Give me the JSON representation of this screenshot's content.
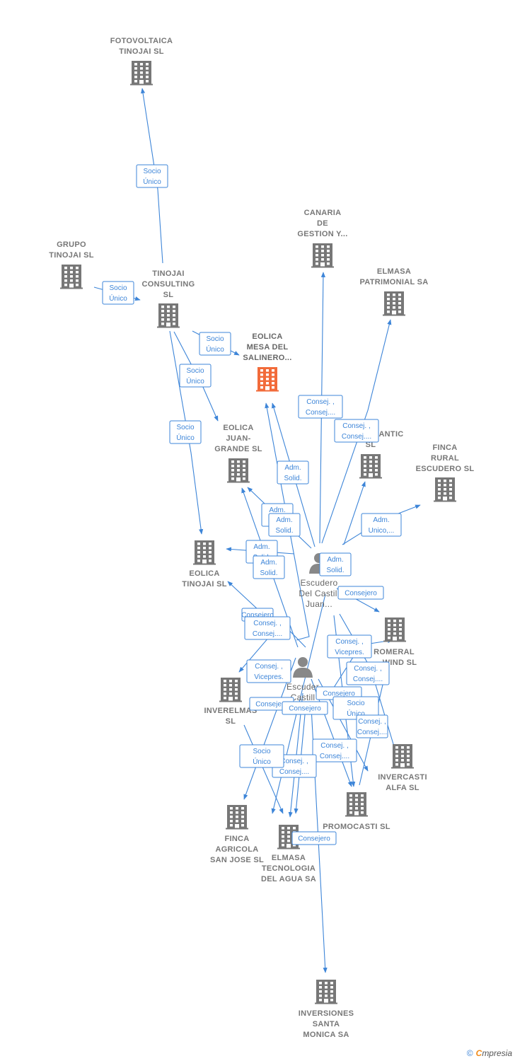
{
  "colors": {
    "edge": "#3d85d8",
    "company": "#777777",
    "focus": "#f26b3a",
    "person": "#888888"
  },
  "nodes": [
    {
      "id": "fotovoltaica",
      "type": "company",
      "icon": "building-icon",
      "lines": [
        "FOTOVOLTAICA",
        "TINOJAI  SL"
      ]
    },
    {
      "id": "grupo",
      "type": "company",
      "icon": "building-icon",
      "lines": [
        "GRUPO",
        "TINOJAI  SL"
      ]
    },
    {
      "id": "tinojai_consulting",
      "type": "company",
      "icon": "building-icon",
      "lines": [
        "TINOJAI",
        "CONSULTING",
        "SL"
      ]
    },
    {
      "id": "canaria",
      "type": "company",
      "icon": "building-icon",
      "lines": [
        "CANARIA",
        "DE",
        "GESTION Y..."
      ]
    },
    {
      "id": "elmasa_patrimonial",
      "type": "company",
      "icon": "building-icon",
      "lines": [
        "ELMASA",
        "PATRIMONIAL SA"
      ]
    },
    {
      "id": "eolica_mesa",
      "type": "focus",
      "icon": "building-icon",
      "lines": [
        "EOLICA",
        "MESA DEL",
        "SALINERO..."
      ]
    },
    {
      "id": "eolica_juan",
      "type": "company",
      "icon": "building-icon",
      "lines": [
        "EOLICA",
        "JUAN-",
        "GRANDE  SL"
      ]
    },
    {
      "id": "antic",
      "type": "company",
      "icon": "building-icon",
      "lines": [
        "ANTIC",
        "SL"
      ]
    },
    {
      "id": "finca_rural",
      "type": "company",
      "icon": "building-icon",
      "lines": [
        "FINCA",
        "RURAL",
        "ESCUDERO  SL"
      ]
    },
    {
      "id": "eolica_tinojai",
      "type": "company",
      "icon": "building-icon",
      "lines": [
        "EOLICA",
        "TINOJAI  SL"
      ]
    },
    {
      "id": "person1",
      "type": "person",
      "icon": "person-icon",
      "lines": [
        "Escudero",
        "Del Castill",
        "Juan..."
      ]
    },
    {
      "id": "romeral",
      "type": "company",
      "icon": "building-icon",
      "lines": [
        "ROMERAL",
        "WIND  SL"
      ]
    },
    {
      "id": "person2",
      "type": "person",
      "icon": "person-icon",
      "lines": [
        "Escuder",
        "Castill"
      ]
    },
    {
      "id": "inverelmas",
      "type": "company",
      "icon": "building-icon",
      "lines": [
        "INVERELMAS",
        "SL"
      ]
    },
    {
      "id": "invercasti",
      "type": "company",
      "icon": "building-icon",
      "lines": [
        "INVERCASTI",
        "ALFA SL"
      ]
    },
    {
      "id": "promocasti",
      "type": "company",
      "icon": "building-icon",
      "lines": [
        "PROMOCASTI SL"
      ]
    },
    {
      "id": "finca_agricola",
      "type": "company",
      "icon": "building-icon",
      "lines": [
        "FINCA",
        "AGRICOLA",
        "SAN JOSE  SL"
      ]
    },
    {
      "id": "elmasa_tec",
      "type": "company",
      "icon": "building-icon",
      "lines": [
        "ELMASA",
        "TECNOLOGIA",
        "DEL AGUA SA"
      ]
    },
    {
      "id": "inversiones",
      "type": "company",
      "icon": "building-icon",
      "lines": [
        "INVERSIONES",
        "SANTA",
        "MONICA SA"
      ]
    }
  ],
  "labels": [
    {
      "lines": [
        "Socio",
        "Único"
      ]
    },
    {
      "lines": [
        "Socio",
        "Único"
      ]
    },
    {
      "lines": [
        "Socio",
        "Único"
      ]
    },
    {
      "lines": [
        "Socio",
        "Único"
      ]
    },
    {
      "lines": [
        "Socio",
        "Único"
      ]
    },
    {
      "lines": [
        "Consej. ,",
        "Consej...."
      ]
    },
    {
      "lines": [
        "Consej. ,",
        "Consej...."
      ]
    },
    {
      "lines": [
        "Adm.",
        "Solid."
      ]
    },
    {
      "lines": [
        "Adm.",
        "Unico,..."
      ]
    },
    {
      "lines": [
        "Adm.",
        "Solid."
      ]
    },
    {
      "lines": [
        "Adm.",
        "Solid."
      ]
    },
    {
      "lines": [
        "Adm.",
        "Solid."
      ]
    },
    {
      "lines": [
        "Adm.",
        "Solid."
      ]
    },
    {
      "lines": [
        "Adm.",
        "Solid."
      ]
    },
    {
      "lines": [
        "Consejero"
      ]
    },
    {
      "lines": [
        "Consejero"
      ]
    },
    {
      "lines": [
        "Consej. ,",
        "Consej...."
      ]
    },
    {
      "lines": [
        "Consej. ,",
        "Vicepres."
      ]
    },
    {
      "lines": [
        "Consej. ,",
        "Vicepres."
      ]
    },
    {
      "lines": [
        "Consej. ,",
        "Consej...."
      ]
    },
    {
      "lines": [
        "Consejero"
      ]
    },
    {
      "lines": [
        "Consejero"
      ]
    },
    {
      "lines": [
        "Consejero"
      ]
    },
    {
      "lines": [
        "Socio",
        "Único"
      ]
    },
    {
      "lines": [
        "Consej. ,",
        "Consej...."
      ]
    },
    {
      "lines": [
        "Consej. ,",
        "Consej...."
      ]
    },
    {
      "lines": [
        "Consej. ,",
        "Consej...."
      ]
    },
    {
      "lines": [
        "Socio",
        "Único"
      ]
    },
    {
      "lines": [
        "Consejero"
      ]
    }
  ],
  "footer": {
    "copyright": "©",
    "brand_first": "C",
    "brand_rest": "mpresia"
  }
}
